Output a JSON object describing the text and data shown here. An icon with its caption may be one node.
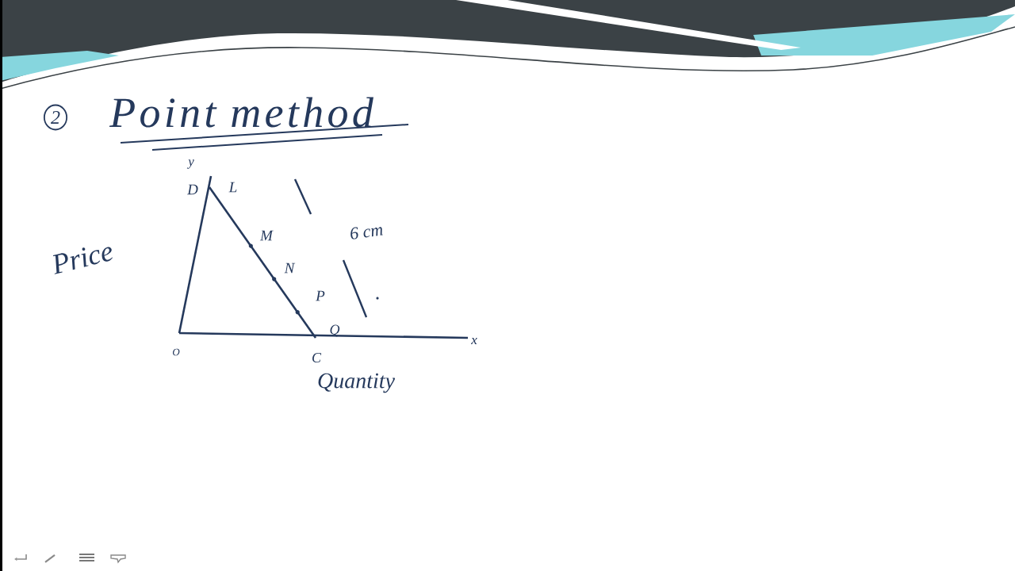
{
  "diagram": {
    "title": "Point method",
    "labels": [
      "2",
      "y",
      "D",
      "L",
      "6 cm",
      "M",
      "Price",
      "N",
      "P",
      "Q",
      "x",
      "O",
      "C",
      "Quantity"
    ]
  }
}
